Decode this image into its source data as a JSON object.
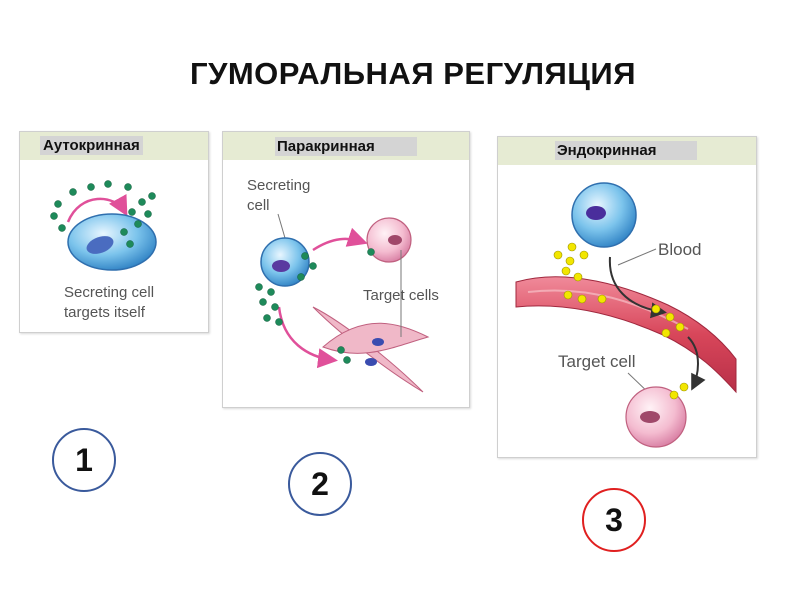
{
  "title": "ГУМОРАЛЬНАЯ РЕГУЛЯЦИЯ",
  "panels": {
    "autocrine": {
      "tag": "Аутокринная",
      "caption_line1": "Secreting cell",
      "caption_line2": "targets itself"
    },
    "paracrine": {
      "tag": "Паракринная",
      "secreting_line1": "Secreting",
      "secreting_line2": "cell",
      "target": "Target cells"
    },
    "endocrine": {
      "tag": "Эндокринная",
      "blood": "Blood",
      "target": "Target cell"
    }
  },
  "numbers": [
    "1",
    "2",
    "3"
  ],
  "colors": {
    "panel_band": "#e6ebd3",
    "tag_bg": "#d4d4d4",
    "circle_blue": "#3a5a9c",
    "circle_red": "#e02020",
    "signal_green": "#1e8a5a",
    "signal_yellow": "#f2e600",
    "arrow_pink": "#e0509a",
    "blood_vessel": "#d8465a"
  }
}
